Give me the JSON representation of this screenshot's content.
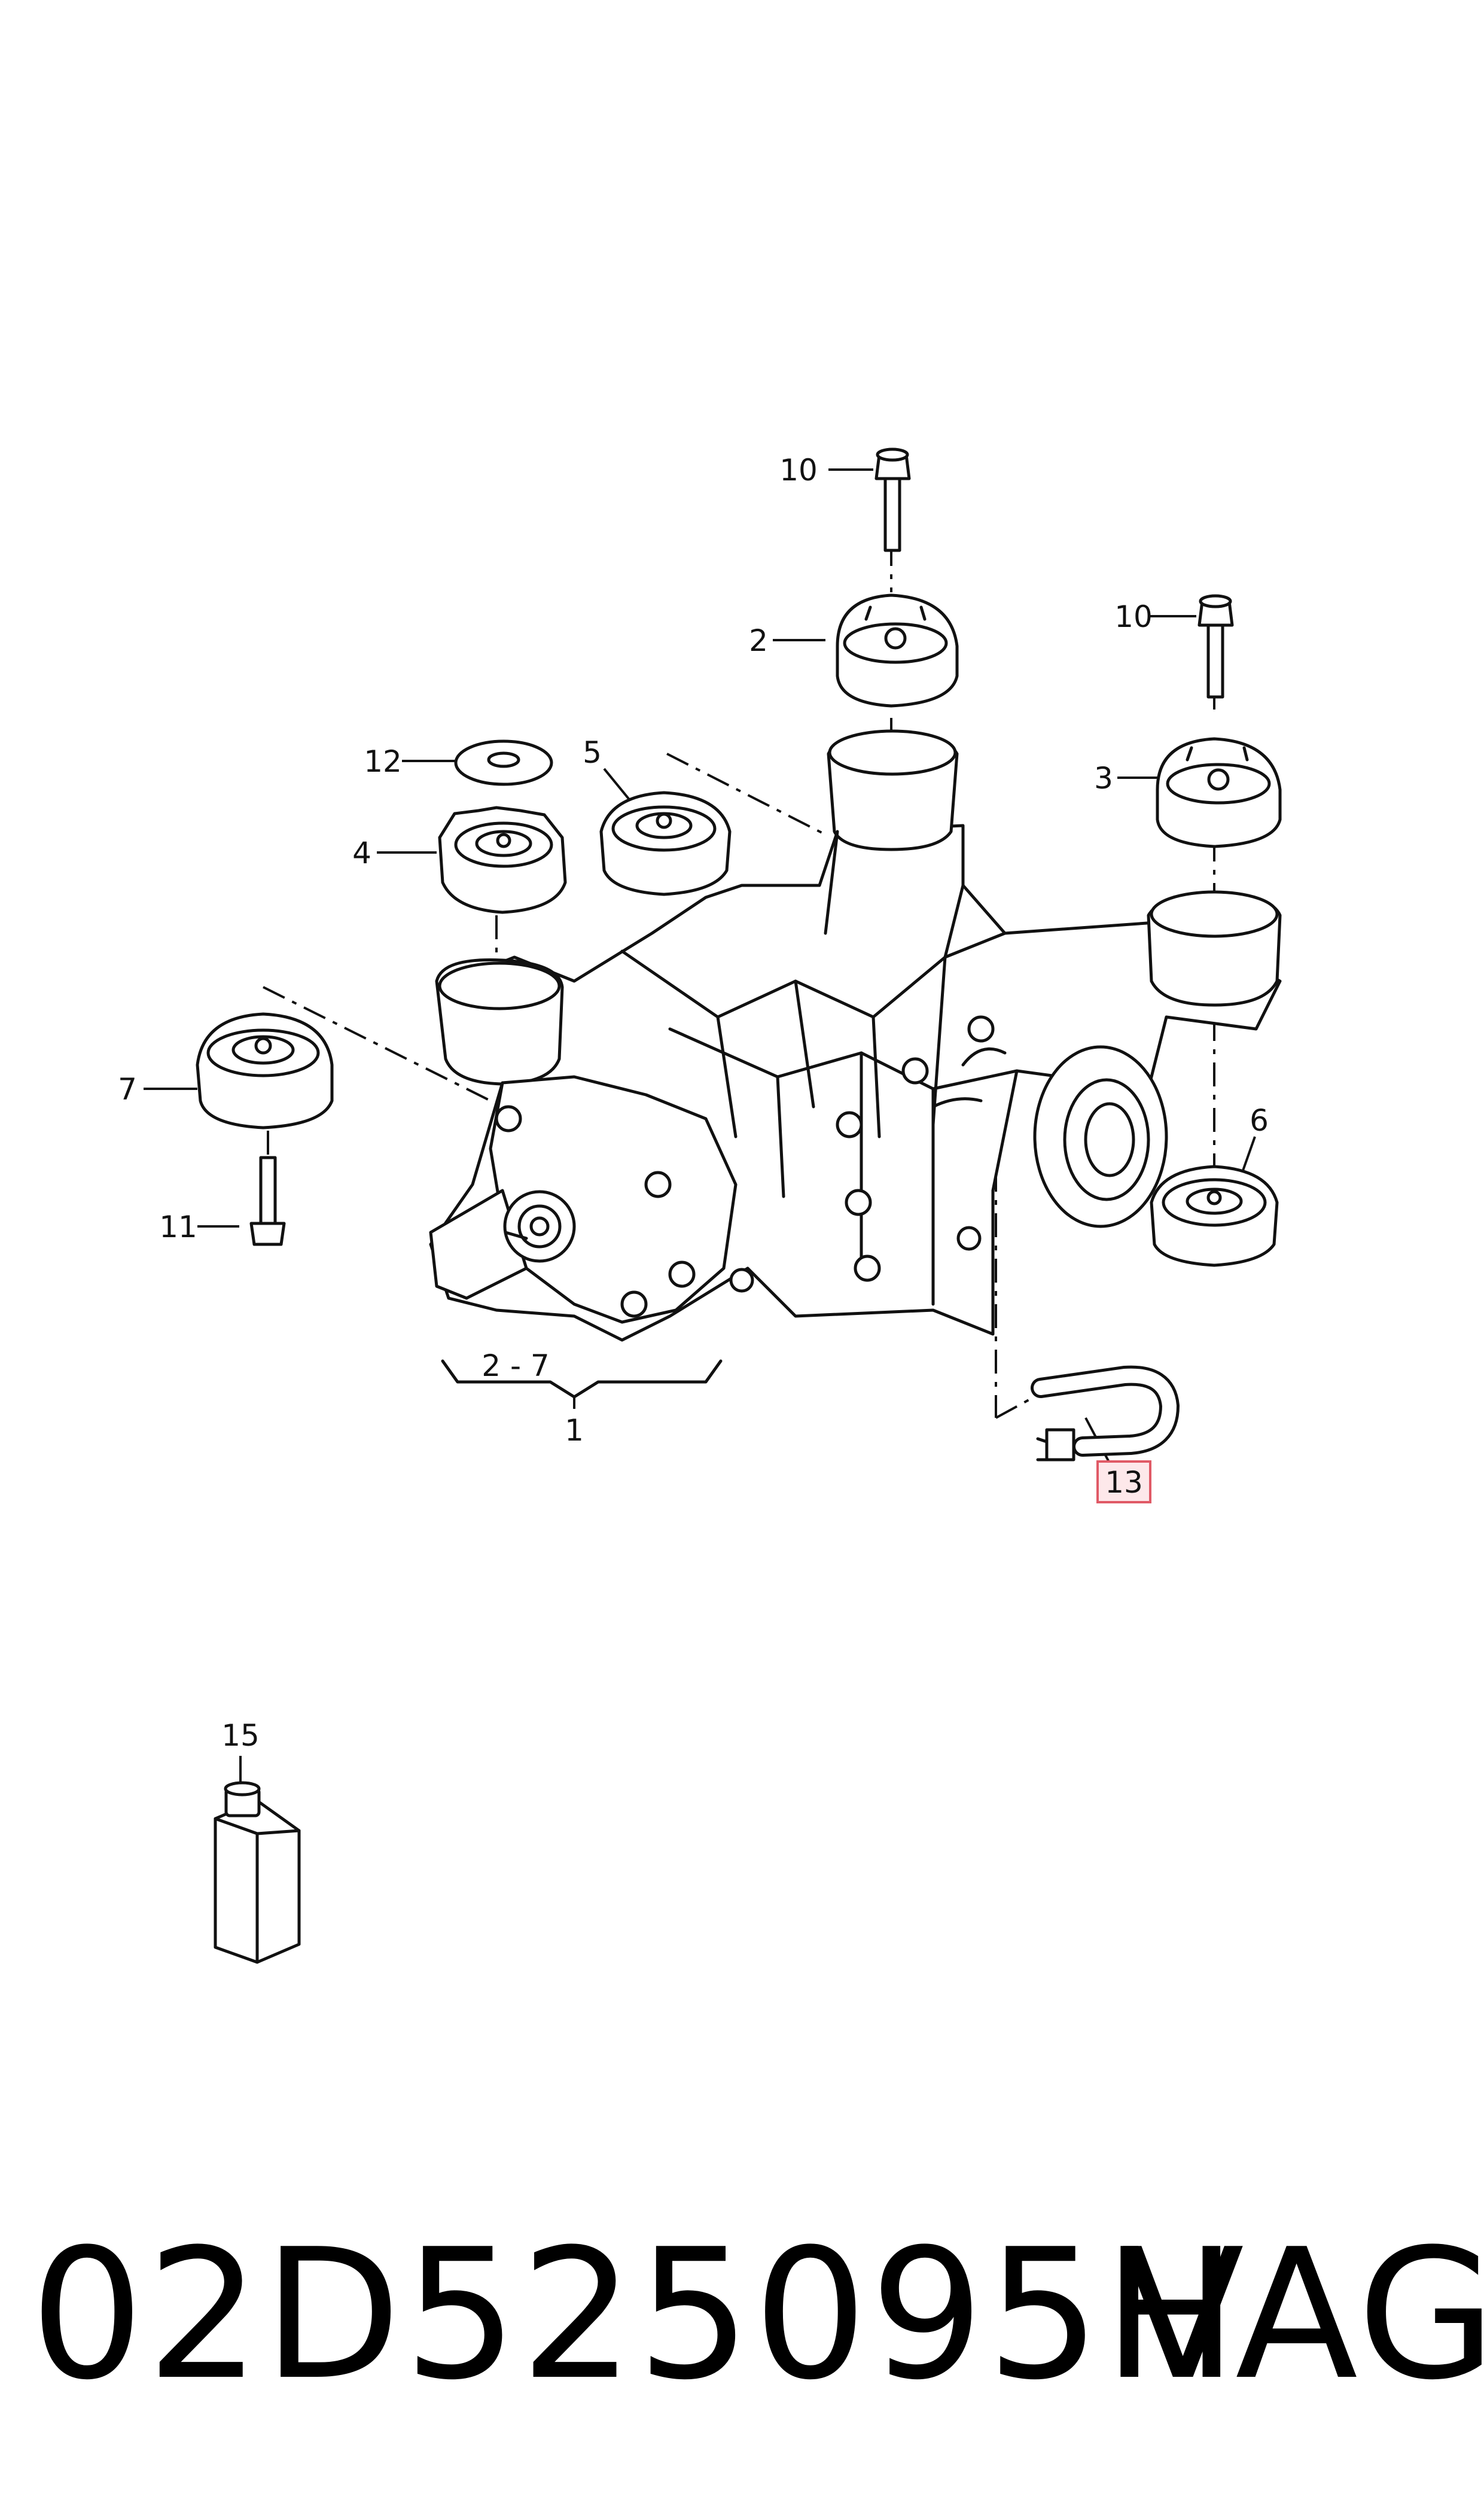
{
  "callouts": {
    "c1": "1",
    "c2": "2",
    "c3": "3",
    "c4": "4",
    "c5": "5",
    "c6": "6",
    "c7": "7",
    "c10a": "10",
    "c10b": "10",
    "c11": "11",
    "c12": "12",
    "c13": "13",
    "c15": "15",
    "range": "2 - 7"
  },
  "highlight": {
    "callout": "13",
    "color": "#e05a66",
    "fill": "#fde8ea"
  },
  "footer": {
    "part_number": "02D525095H",
    "brand": "VAG"
  }
}
